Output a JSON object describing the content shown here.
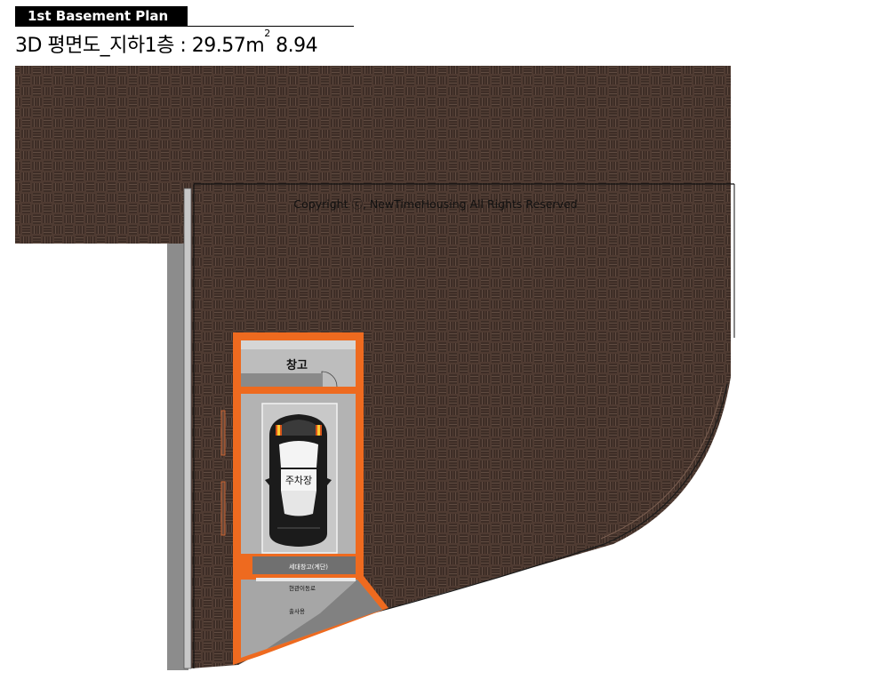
{
  "header": {
    "badge": "1st Basement Plan",
    "subtitle_main": "3D 평면도_지하1층 :  29.57m",
    "subtitle_sup": "2",
    "subtitle_tail": "  8.94"
  },
  "plan": {
    "copyright": "Copyright ⓒ, NewTimeHousing All Rights Reserved",
    "storage_label": "창고",
    "garage_label": "주차장",
    "strip_label": "세대창고(계단)",
    "ramp_label_1": "현관이동로",
    "ramp_label_2": "출사용",
    "colors": {
      "ground": "#4f3b32",
      "wall": "#ee6a1f",
      "floor": "#b3b3b3",
      "side_wall": "#8c8c8c"
    }
  }
}
